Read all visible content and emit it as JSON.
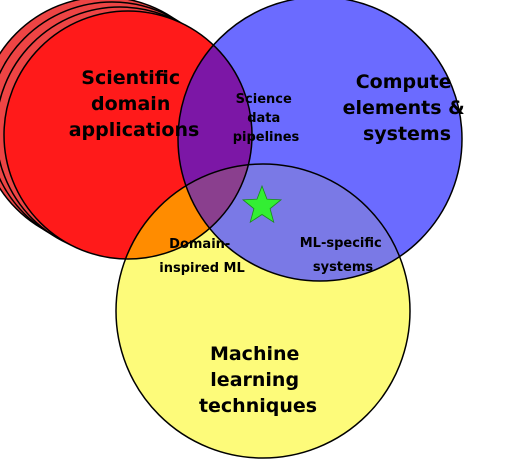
{
  "colors": {
    "scientific": "#ff1a1a",
    "scientific_shadow": "#ee4444",
    "compute": "#6b6bff",
    "ml": "#fdfb7a",
    "star": "#33ee33",
    "outline": "#000000",
    "background": "#ffffff"
  },
  "circles": {
    "scientific": {
      "lines": [
        "Scientific",
        "domain",
        "applications"
      ]
    },
    "compute": {
      "lines": [
        "Compute",
        "elements &",
        "systems"
      ]
    },
    "ml": {
      "lines": [
        "Machine",
        "learning",
        "techniques"
      ]
    }
  },
  "intersections": {
    "science_compute": {
      "lines": [
        "Science",
        "data",
        "pipelines"
      ]
    },
    "science_ml": {
      "lines": [
        "Domain-",
        "inspired ML"
      ]
    },
    "compute_ml": {
      "lines": [
        "ML-specific",
        "systems"
      ]
    }
  },
  "center_marker": "star-icon"
}
